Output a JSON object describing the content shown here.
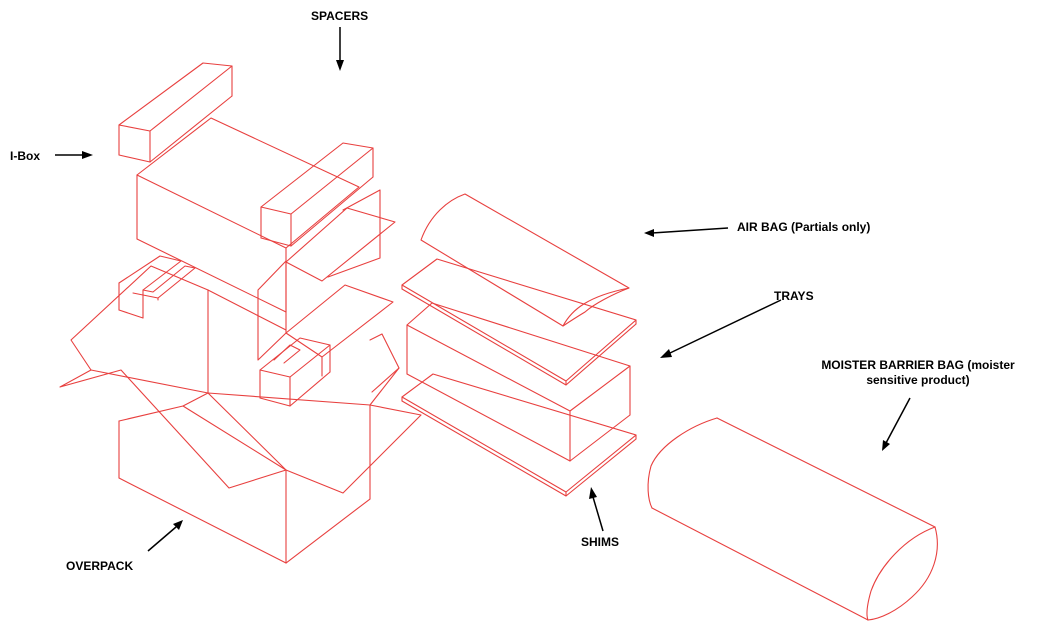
{
  "labels": {
    "spacers": "SPACERS",
    "ibox": "I-Box",
    "air_bag": "AIR BAG (Partials only)",
    "trays": "TRAYS",
    "moister_line1": "MOISTER BARRIER BAG (moister",
    "moister_line2": "sensitive product)",
    "shims": "SHIMS",
    "overpack": "OVERPACK"
  },
  "colors": {
    "outline": "#e8403f",
    "arrow": "#000000",
    "text": "#000000",
    "background": "#ffffff"
  }
}
